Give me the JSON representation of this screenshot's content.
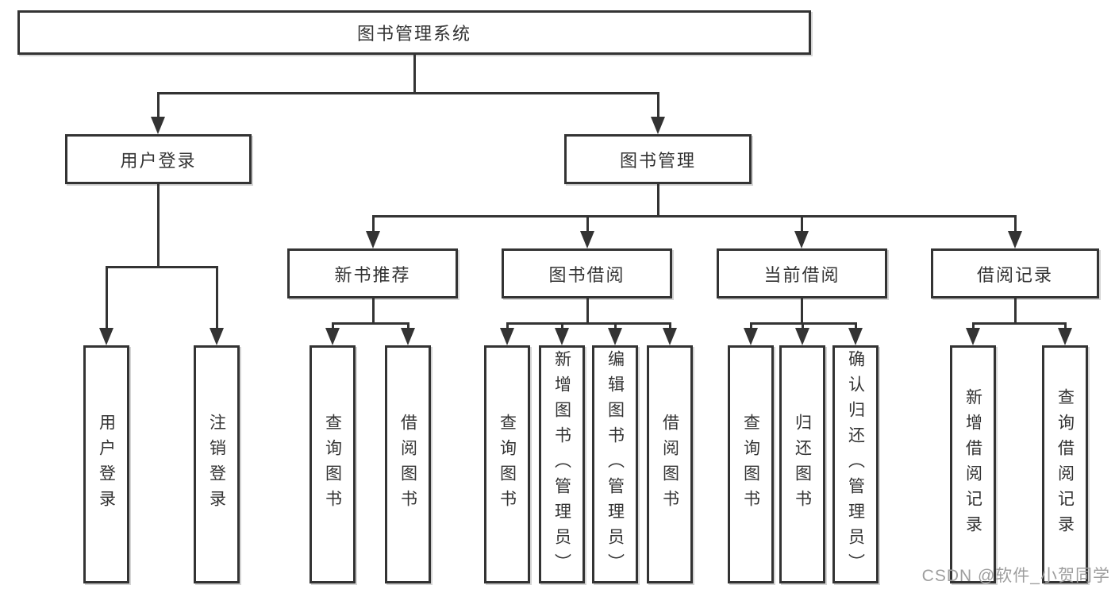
{
  "tree": {
    "root": {
      "label": "图书管理系统",
      "children": [
        {
          "label": "用户登录",
          "children": [
            {
              "label": "用户登录"
            },
            {
              "label": "注销登录"
            }
          ]
        },
        {
          "label": "图书管理",
          "children": [
            {
              "label": "新书推荐",
              "children": [
                {
                  "label": "查询图书"
                },
                {
                  "label": "借阅图书"
                }
              ]
            },
            {
              "label": "图书借阅",
              "children": [
                {
                  "label": "查询图书"
                },
                {
                  "label": "新增图书（管理员）"
                },
                {
                  "label": "编辑图书（管理员）"
                },
                {
                  "label": "借阅图书"
                }
              ]
            },
            {
              "label": "当前借阅",
              "children": [
                {
                  "label": "查询图书"
                },
                {
                  "label": "归还图书"
                },
                {
                  "label": "确认归还（管理员）"
                }
              ]
            },
            {
              "label": "借阅记录",
              "children": [
                {
                  "label": "新增借阅记录"
                },
                {
                  "label": "查询借阅记录"
                }
              ]
            }
          ]
        }
      ]
    }
  },
  "watermark": {
    "text": "CSDN @软件_小贺同学"
  },
  "colors": {
    "line": "#333333",
    "text": "#333333",
    "watermark_text": "#9e9e9e",
    "background": "#ffffff"
  }
}
